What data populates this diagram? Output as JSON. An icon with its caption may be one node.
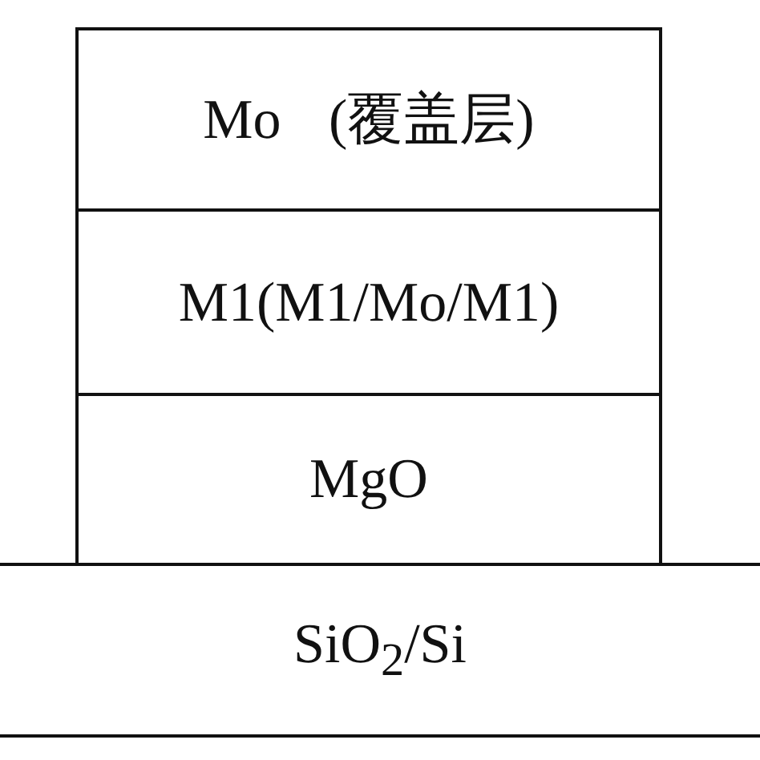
{
  "diagram": {
    "nodes": [
      {
        "text": [
          "Mo (覆盖层)"
        ]
      },
      {
        "text": [
          "M1(M1/Mo/M1)"
        ]
      },
      {
        "text": [
          "MgO"
        ]
      },
      {
        "text": [
          "SiO$_{2}$/Si"
        ]
      }
    ]
  }
}
